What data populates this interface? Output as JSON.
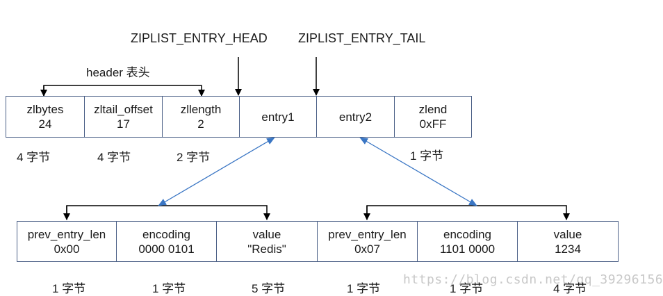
{
  "pointers": {
    "head": "ZIPLIST_ENTRY_HEAD",
    "tail": "ZIPLIST_ENTRY_TAIL"
  },
  "header_label": "header 表头",
  "ziplist": [
    {
      "name": "zlbytes",
      "value": "24"
    },
    {
      "name": "zltail_offset",
      "value": "17"
    },
    {
      "name": "zllength",
      "value": "2"
    },
    {
      "name": "entry1",
      "value": ""
    },
    {
      "name": "entry2",
      "value": ""
    },
    {
      "name": "zlend",
      "value": "0xFF"
    }
  ],
  "ziplist_sizes": [
    "4 字节",
    "4 字节",
    "2 字节",
    "1 字节"
  ],
  "entry1": [
    {
      "name": "prev_entry_len",
      "value": "0x00"
    },
    {
      "name": "encoding",
      "value": "0000 0101"
    },
    {
      "name": "value",
      "value": "\"Redis\""
    }
  ],
  "entry2": [
    {
      "name": "prev_entry_len",
      "value": "0x07"
    },
    {
      "name": "encoding",
      "value": "1101 0000"
    },
    {
      "name": "value",
      "value": "1234"
    }
  ],
  "entry_sizes": [
    "1 字节",
    "1 字节",
    "5 字节",
    "1 字节",
    "1 字节",
    "4 字节"
  ],
  "watermark": "https://blog.csdn.net/qq_39296156",
  "colors": {
    "line": "#000000",
    "link": "#3a76c4",
    "border": "#4a5f86"
  }
}
